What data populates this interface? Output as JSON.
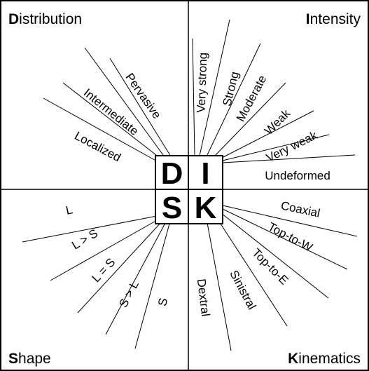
{
  "quadrants": {
    "distribution": {
      "first": "D",
      "rest": "istribution"
    },
    "intensity": {
      "first": "I",
      "rest": "ntensity"
    },
    "shape": {
      "first": "S",
      "rest": "hape"
    },
    "kinematics": {
      "first": "K",
      "rest": "inematics"
    }
  },
  "center_letters": {
    "d": "D",
    "i": "I",
    "s": "S",
    "k": "K"
  },
  "distribution_labels": [
    "Pervasive",
    "Intermediate",
    "Localized"
  ],
  "intensity_labels": [
    "Very strong",
    "Strong",
    "Moderate",
    "Weak",
    "Very weak",
    "Undeformed"
  ],
  "shape_labels": [
    "L",
    "L > S",
    "L = S",
    "S > L",
    "S"
  ],
  "kinematics_labels": [
    "Coaxial",
    "Top-to-W",
    "Top-to-E",
    "Sinistral",
    "Dextral"
  ]
}
